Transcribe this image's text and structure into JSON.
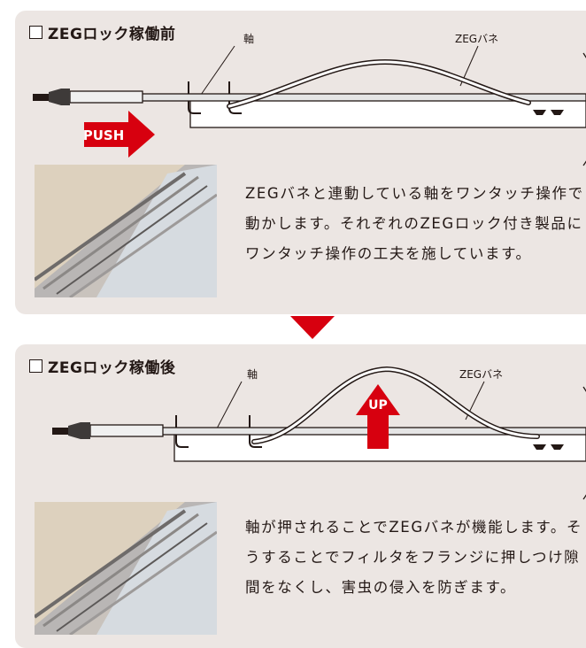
{
  "before": {
    "title": "ZEGロック稼働前",
    "label_shaft": "軸",
    "label_spring": "ZEGバネ",
    "push_label": "PUSH",
    "description": "ZEGバネと連動している軸をワンタッチ操作で動かします。それぞれのZEGロック付き製品にワンタッチ操作の工夫を施しています。"
  },
  "after": {
    "title": "ZEGロック稼働後",
    "label_shaft": "軸",
    "label_spring": "ZEGバネ",
    "up_label": "UP",
    "description": "軸が押されることでZEGバネが機能します。そうすることでフィルタをフランジに押しつけ隙間をなくし、害虫の侵入を防ぎます。"
  },
  "colors": {
    "accent_red": "#d7000f",
    "panel_bg": "#ece6e3",
    "text": "#231815"
  }
}
